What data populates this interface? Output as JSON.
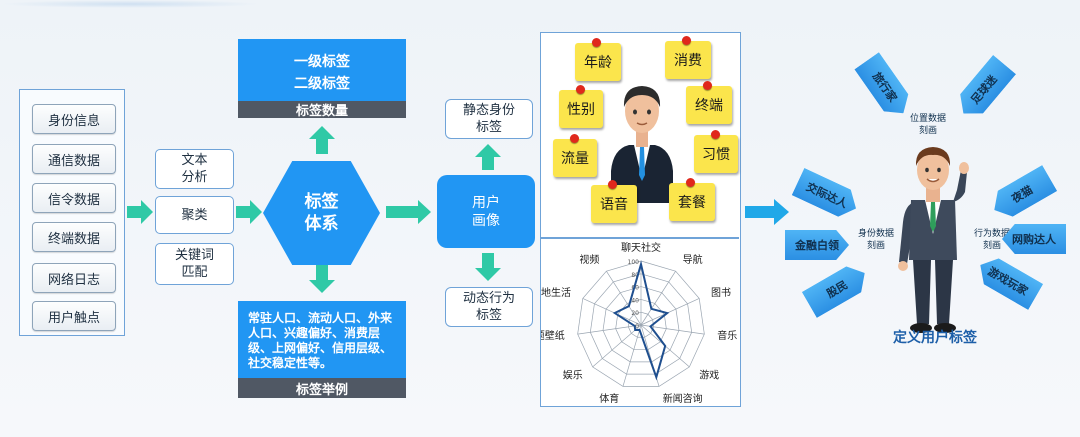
{
  "sources": [
    "身份信息",
    "通信数据",
    "信令数据",
    "终端数据",
    "网络日志",
    "用户触点"
  ],
  "methods": {
    "m1": "文本\n分析",
    "m2": "聚类",
    "m3": "关键词\n匹配"
  },
  "tag_levels": {
    "line1": "一级标签",
    "line2": "二级标签",
    "footer": "标签数量"
  },
  "tag_system": {
    "title": "标签\n体系"
  },
  "tag_examples": {
    "body": "常驻人口、流动人口、外来人口、兴趣偏好、消费层级、上网偏好、信用层级、社交稳定性等。",
    "footer": "标签举例"
  },
  "user_profile": "用户\n画像",
  "static_tags": "静态身份\n标签",
  "dynamic_tags": "动态行为\n标签",
  "stickies": [
    "年龄",
    "消费",
    "性别",
    "终端",
    "流量",
    "习惯",
    "语音",
    "套餐"
  ],
  "radar": {
    "categories": [
      "聊天社交",
      "导航",
      "图书",
      "音乐",
      "游戏",
      "新闻咨询",
      "体育",
      "娱乐",
      "主题壁纸",
      "本地生活",
      "视频"
    ],
    "scale_labels": [
      "100",
      "80",
      "60",
      "40",
      "20",
      "0"
    ],
    "values": [
      95,
      30,
      45,
      15,
      50,
      85,
      8,
      12,
      10,
      45,
      35
    ]
  },
  "right_tags": [
    "旅行家",
    "足球迷",
    "交际达人",
    "夜猫",
    "金融白领",
    "网购达人",
    "股民",
    "游戏玩家"
  ],
  "right_center": {
    "left": "身份数据\n刻画",
    "top": "位置数据\n刻画",
    "right": "行为数据\n刻画"
  },
  "caption": "定义用户标签",
  "colors": {
    "accent": "#2196f3",
    "arrow": "#2fc9a6",
    "panel_border": "#6fa3d8",
    "sticky": "#fbe54c",
    "pin": "#e0281c"
  }
}
